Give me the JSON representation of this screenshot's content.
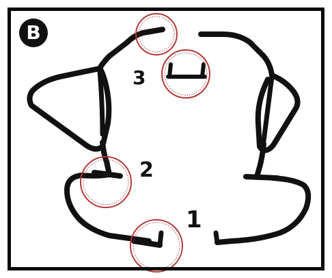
{
  "figure": {
    "badge_letter": "B",
    "callouts": [
      {
        "label": "1"
      },
      {
        "label": "2"
      },
      {
        "label": "3"
      }
    ]
  },
  "colors": {
    "frame": "#0a0a0a",
    "bar": "#111111",
    "callout_circle": "#b03a3a",
    "badge_bg": "#111111",
    "badge_text": "#ffffff"
  }
}
